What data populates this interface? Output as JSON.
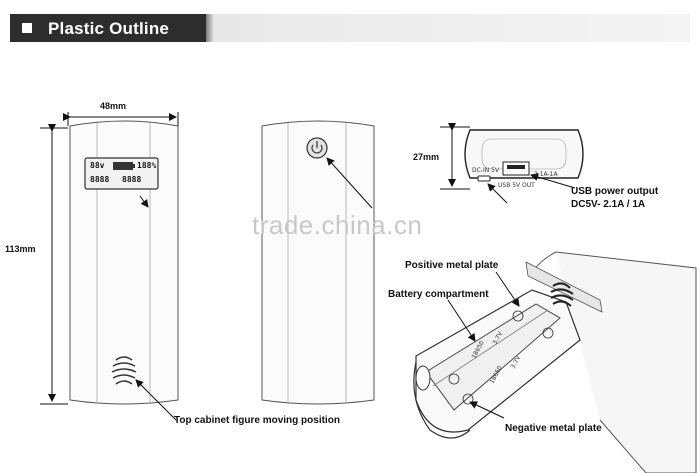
{
  "header": {
    "title": "Plastic Outline"
  },
  "dimensions": {
    "width": "48mm",
    "height": "113mm",
    "depth": "27mm"
  },
  "display": {
    "top_left": "88v",
    "top_right": "188%",
    "bottom_left": "8888",
    "bottom_right": "8888"
  },
  "ports": {
    "input_label": "DC-IN 5V",
    "usb_label": "USB 5V OUT",
    "usb_rating": "2.1A-1A"
  },
  "callouts": {
    "usb_output_line1": "USB power output",
    "usb_output_line2": "DC5V- 2.1A / 1A",
    "top_cabinet": "Top cabinet figure moving position",
    "positive_plate": "Positive metal plate",
    "battery_compartment": "Battery compartment",
    "negative_plate": "Negative metal plate"
  },
  "battery_labels": {
    "cell_type": "18650",
    "voltage": "3.7V"
  },
  "watermark": "trade.china.cn"
}
